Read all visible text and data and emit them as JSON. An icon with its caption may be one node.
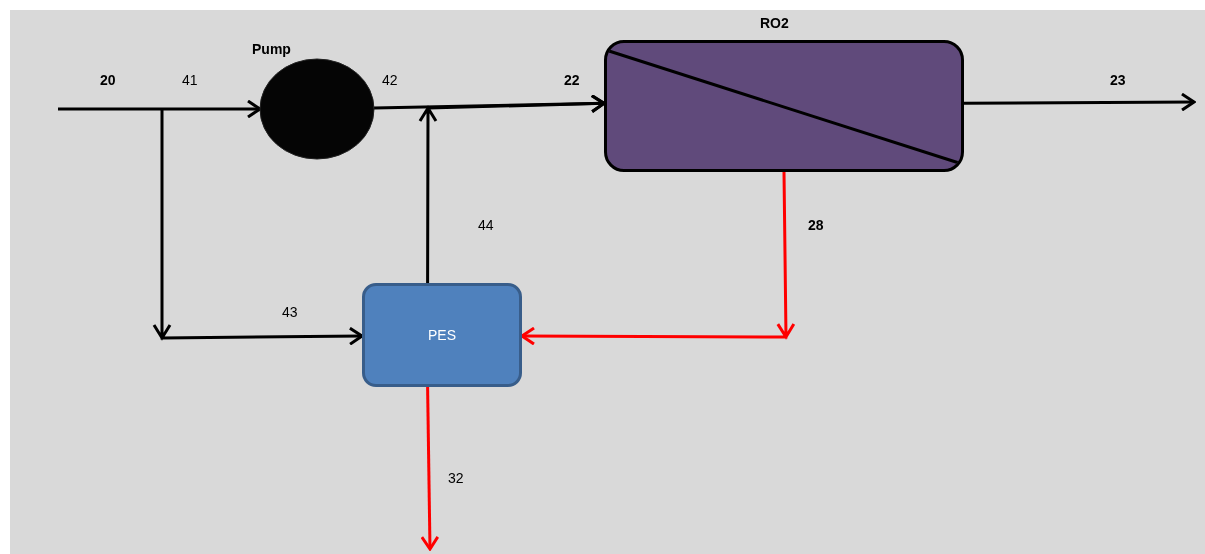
{
  "diagram": {
    "nodes": [
      {
        "text": [
          "Pump"
        ]
      },
      {
        "text": [
          "RO2"
        ]
      },
      {
        "text": [
          "PES"
        ]
      }
    ],
    "edges": [
      {
        "from": null,
        "to": 0,
        "arrow": "to",
        "label": "41"
      },
      {
        "from": null,
        "to": 2,
        "arrow": "to",
        "label": "43"
      },
      {
        "from": 0,
        "to": 1,
        "arrow": "to",
        "label": "22"
      },
      {
        "from": 2,
        "to": 1,
        "arrow": "to",
        "label": "44"
      },
      {
        "from": 1,
        "to": 2,
        "arrow": "to",
        "label": "28",
        "color": "#ff0000"
      },
      {
        "from": 1,
        "to": null,
        "arrow": "to",
        "label": "23"
      },
      {
        "from": 2,
        "to": null,
        "arrow": "to",
        "label": "32",
        "color": "#ff0000"
      }
    ],
    "labels": [
      "20",
      "42"
    ]
  }
}
